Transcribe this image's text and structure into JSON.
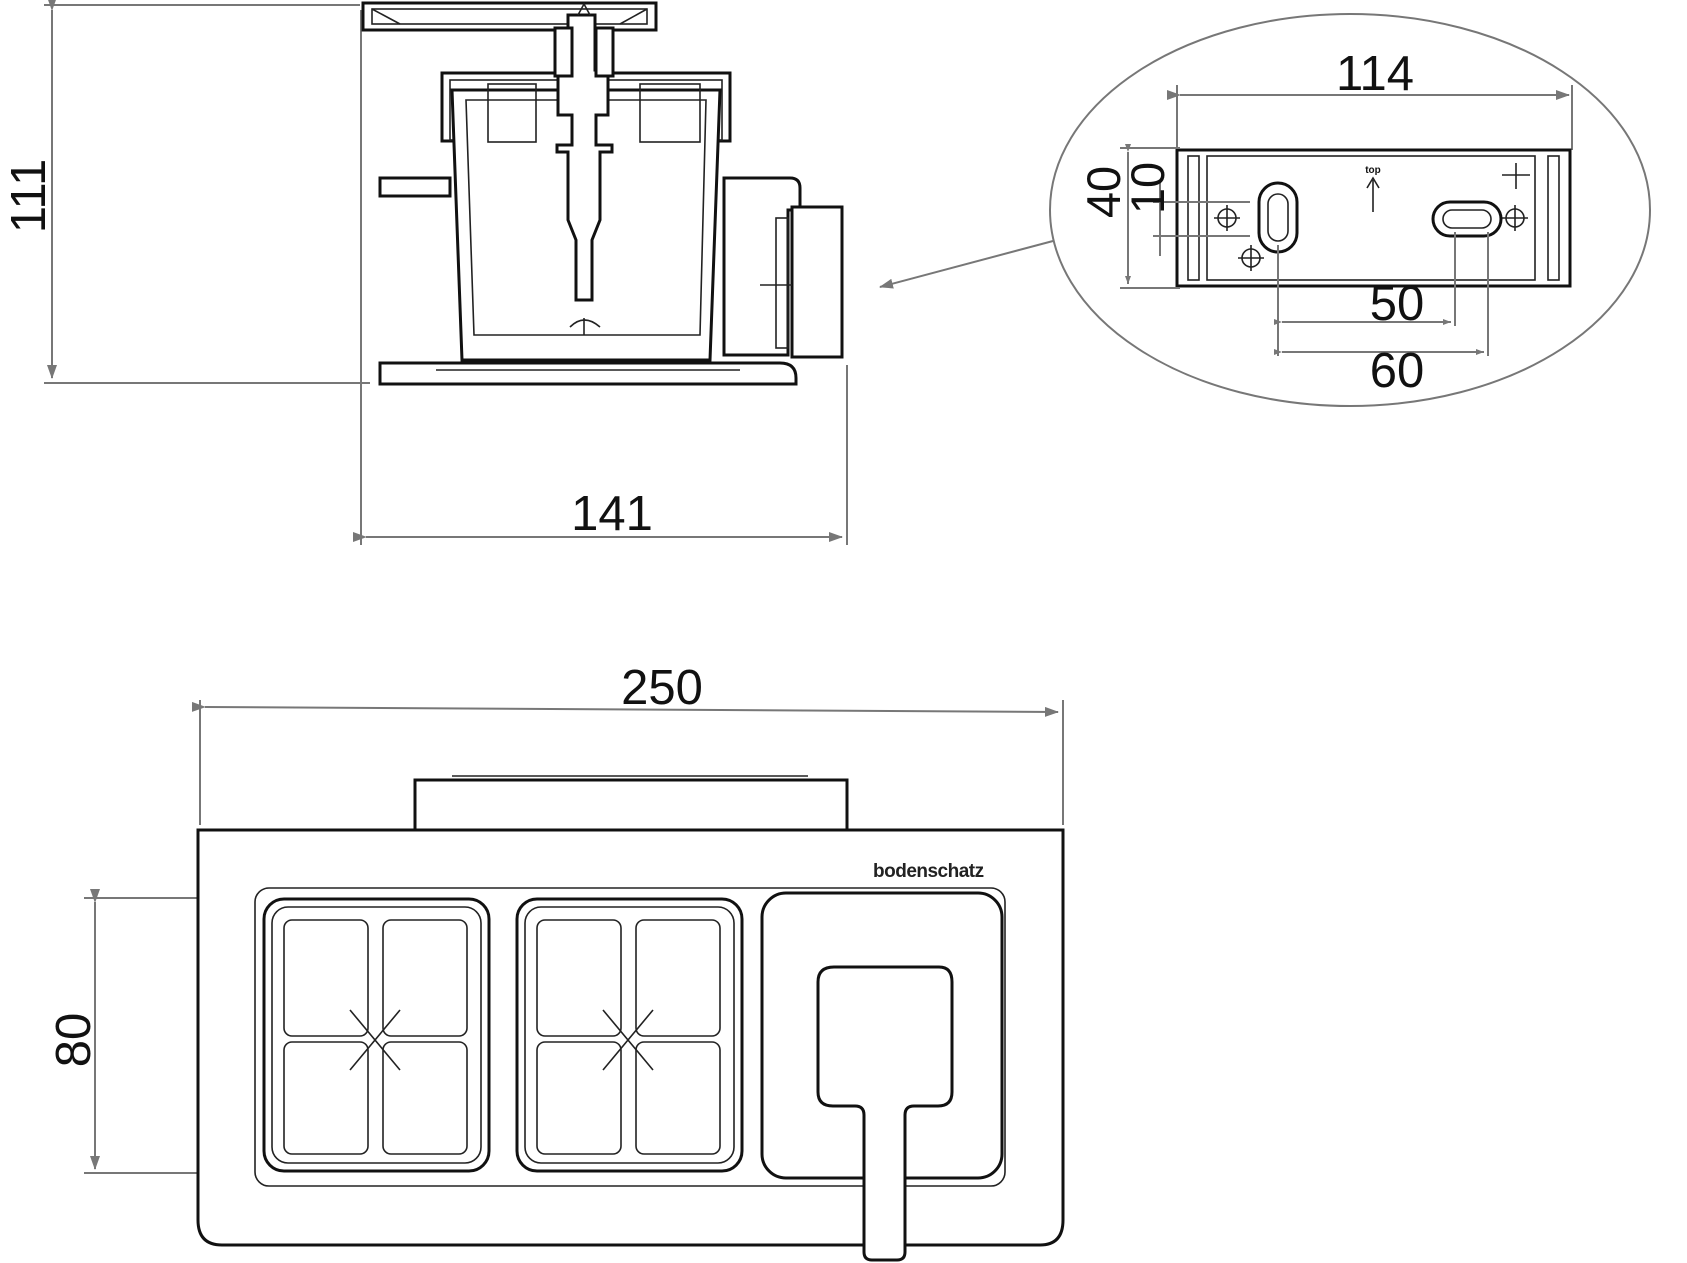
{
  "side_view": {
    "height_label": "111",
    "width_label": "141"
  },
  "detail_view": {
    "width_label": "114",
    "height_label": "40",
    "offset_label": "10",
    "slot_spacing_small": "50",
    "slot_spacing_large": "60",
    "direction_marker": "top"
  },
  "top_view": {
    "width_label": "250",
    "grate_height_label": "80",
    "brand_text": "bodenschatz"
  }
}
